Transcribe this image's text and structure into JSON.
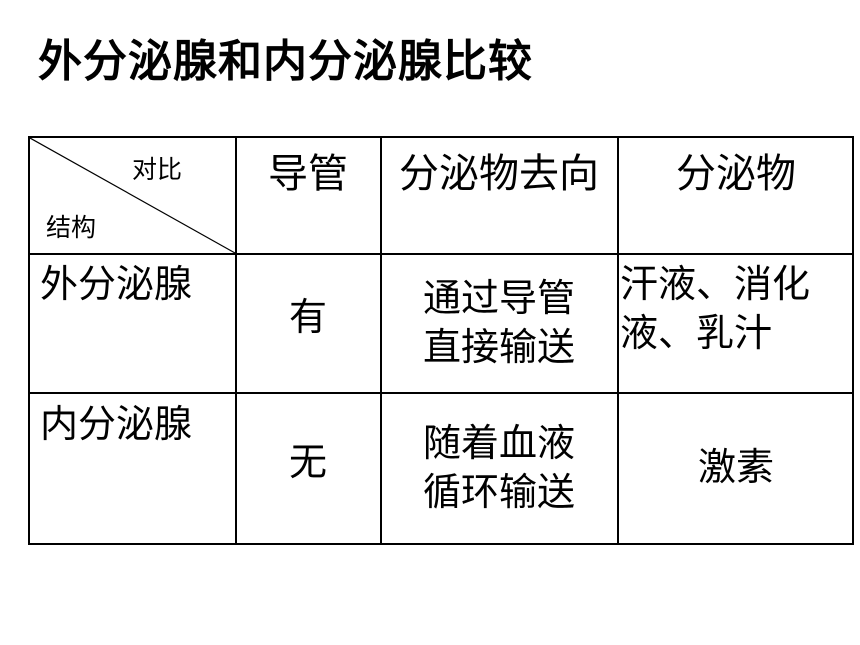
{
  "title": "外分泌腺和内分泌腺比较",
  "table": {
    "corner": {
      "top_right": "对比",
      "bottom_left": "结构"
    },
    "headers": [
      "导管",
      "分泌物去向",
      "分泌物"
    ],
    "rows": [
      {
        "name": "外分泌腺",
        "duct": "有",
        "destination": [
          "通过导管",
          "直接输送"
        ],
        "secretion": [
          "汗液、消化",
          "液、乳汁"
        ]
      },
      {
        "name": "内分泌腺",
        "duct": "无",
        "destination": [
          "随着血液",
          "循环输送"
        ],
        "secretion": [
          "激素"
        ]
      }
    ]
  }
}
